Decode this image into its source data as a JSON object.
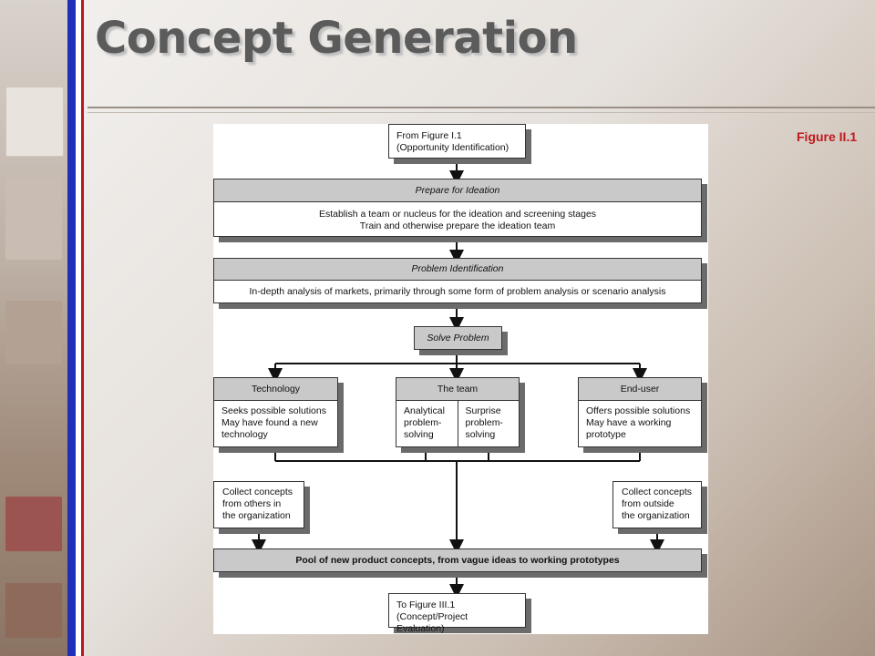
{
  "slide": {
    "title": "Concept Generation",
    "figure_label": "Figure II.1"
  },
  "diagram": {
    "start": [
      "From Figure I.1",
      "(Opportunity Identification)"
    ],
    "prepare": {
      "header": "Prepare for Ideation",
      "lines": [
        "Establish a team or nucleus for the ideation and screening stages",
        "Train and otherwise prepare the ideation team"
      ]
    },
    "problem": {
      "header": "Problem Identification",
      "line": "In-depth analysis of markets, primarily through some form of problem analysis or scenario analysis"
    },
    "solve": "Solve Problem",
    "technology": {
      "header": "Technology",
      "lines": [
        "Seeks possible solutions",
        "May have found a new",
        "technology"
      ]
    },
    "team": {
      "header": "The team",
      "left": [
        "Analytical",
        "problem-",
        "solving"
      ],
      "right": [
        "Surprise",
        "problem-",
        "solving"
      ]
    },
    "enduser": {
      "header": "End-user",
      "lines": [
        "Offers possible solutions",
        "May have a working",
        "prototype"
      ]
    },
    "collect_left": [
      "Collect concepts",
      "from others in",
      "the organization"
    ],
    "collect_right": [
      "Collect concepts",
      "from outside",
      "the organization"
    ],
    "pool": "Pool of new product concepts, from vague ideas to working prototypes",
    "end": [
      "To Figure III.1",
      "(Concept/Project Evaluation)"
    ]
  }
}
